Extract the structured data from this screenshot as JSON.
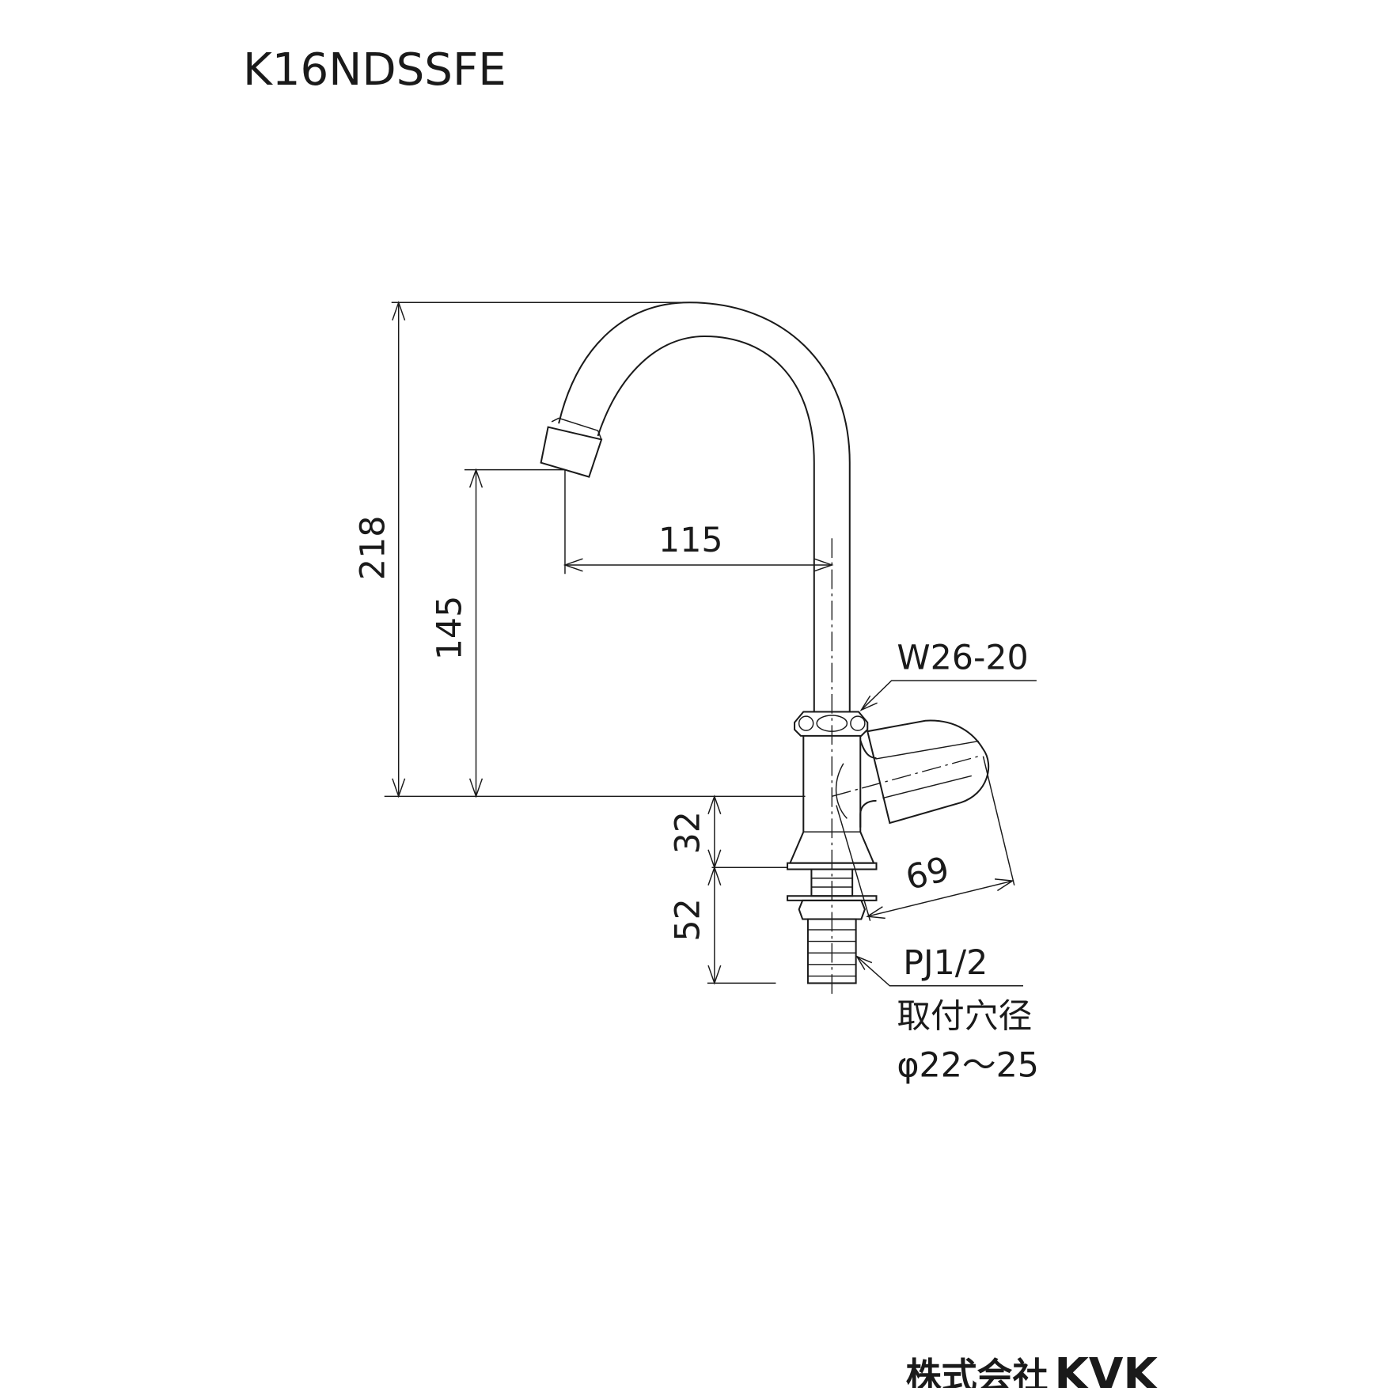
{
  "title": "K16NDSSFE",
  "dimensions": {
    "total_height": "218",
    "spout_height": "145",
    "reach": "115",
    "base_height": "32",
    "shank_length": "52",
    "handle_length": "69"
  },
  "callouts": {
    "nut": "W26-20",
    "connection": "PJ1/2",
    "hole_label": "取付穴径",
    "hole_size": "φ22～25"
  },
  "logo": {
    "jp": "株式会社",
    "brand": "KVK"
  }
}
